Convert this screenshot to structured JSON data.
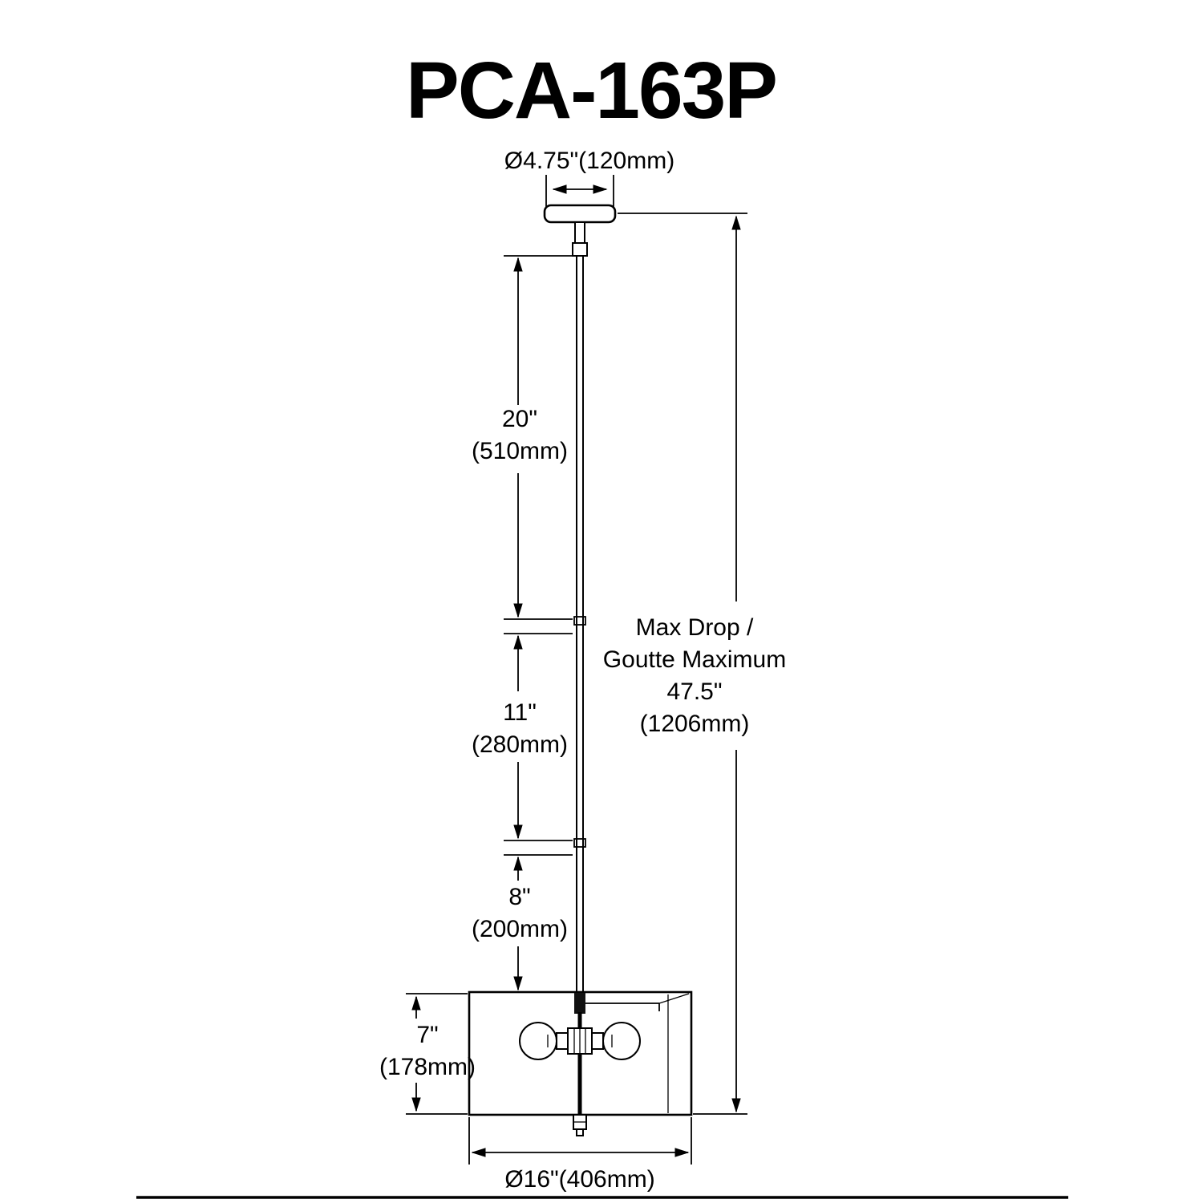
{
  "title": "PCA-163P",
  "labels": {
    "canopy_diameter": "Ø4.75\"(120mm)",
    "rod_20_in": "20\"",
    "rod_20_mm": "(510mm)",
    "rod_11_in": "11\"",
    "rod_11_mm": "(280mm)",
    "rod_8_in": "8\"",
    "rod_8_mm": "(200mm)",
    "max_drop_1": "Max Drop /",
    "max_drop_2": "Goutte Maximum",
    "max_drop_3": "47.5\"",
    "max_drop_4": "(1206mm)",
    "shade_height_in": "7\"",
    "shade_height_mm": "(178mm)",
    "shade_diameter": "Ø16\"(406mm)"
  }
}
